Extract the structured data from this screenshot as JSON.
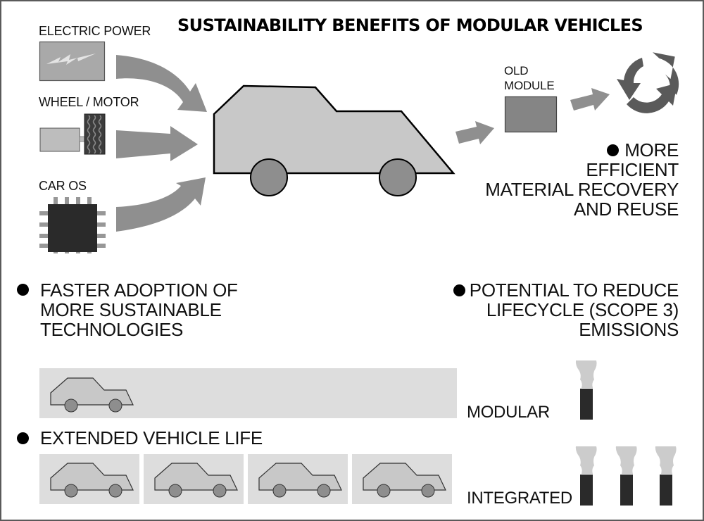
{
  "title": "SUSTAINABILITY BENEFITS OF MODULAR VEHICLES",
  "inputs": [
    {
      "label": "ELECTRIC POWER",
      "icon": "lightning-bolt-icon"
    },
    {
      "label": "WHEEL / MOTOR",
      "icon": "wheel-motor-icon"
    },
    {
      "label": "CAR OS",
      "icon": "microchip-icon"
    }
  ],
  "old_module": {
    "label_line1": "OLD",
    "label_line2": "MODULE"
  },
  "benefits": {
    "material_recovery": [
      "MORE",
      "EFFICIENT",
      "MATERIAL RECOVERY",
      "AND REUSE"
    ],
    "faster_adoption": [
      "FASTER ADOPTION OF",
      "MORE SUSTAINABLE",
      "TECHNOLOGIES"
    ],
    "emissions": [
      "POTENTIAL TO REDUCE",
      "LIFECYCLE (SCOPE 3)",
      "EMISSIONS"
    ],
    "vehicle_life": "EXTENDED VEHICLE LIFE"
  },
  "comparison": {
    "modular": {
      "label": "MODULAR",
      "vehicles": 1,
      "emission_stacks": 1
    },
    "integrated": {
      "label": "INTEGRATED",
      "vehicles": 4,
      "emission_stacks": 3
    }
  },
  "colors": {
    "arrow": "#8f8f8f",
    "car_body": "#c8c8c8",
    "wheel": "#8e8e8e",
    "chip": "#2a2a2a",
    "recycle": "#5a5a5a",
    "panel": "#dddddd",
    "smoke": "#cccccc",
    "stack": "#2a2a2a"
  }
}
